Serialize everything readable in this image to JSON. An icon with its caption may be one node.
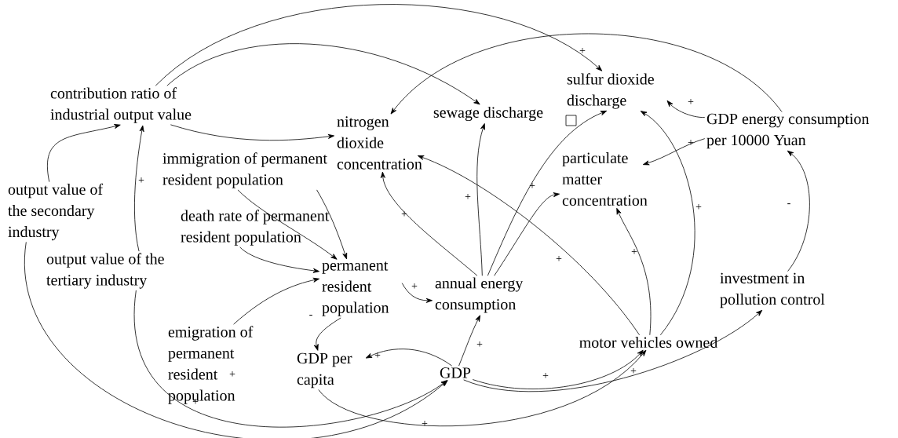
{
  "diagram": {
    "nodes": [
      {
        "text": [
          "contribution ratio of industrial output value"
        ]
      },
      {
        "text": [
          "sulfur dioxide discharge"
        ]
      },
      {
        "text": [
          "sewage discharge"
        ]
      },
      {
        "text": [
          "nitrogen dioxide concentration"
        ]
      },
      {
        "text": [
          "GDP energy consumption per 10000 Yuan"
        ]
      },
      {
        "text": [
          "particulate matter concentration"
        ]
      },
      {
        "text": [
          "immigration of permanent resident population"
        ]
      },
      {
        "text": [
          "output value of the secondary industry"
        ]
      },
      {
        "text": [
          "death rate of permanent resident population"
        ]
      },
      {
        "text": [
          "output value of the tertiary industry"
        ]
      },
      {
        "text": [
          "permanent resident population"
        ]
      },
      {
        "text": [
          "annual energy consumption"
        ]
      },
      {
        "text": [
          "emigration of permanent resident population"
        ]
      },
      {
        "text": [
          "investment in pollution control"
        ]
      },
      {
        "text": [
          "motor vehicles owned"
        ]
      },
      {
        "text": [
          "GDP per capita"
        ]
      },
      {
        "text": [
          "GDP"
        ]
      }
    ],
    "edges": [
      {
        "from": 0,
        "to": 1,
        "arrow": "to"
      },
      {
        "from": 0,
        "to": 2,
        "arrow": "to"
      },
      {
        "from": 0,
        "to": 3,
        "arrow": "to"
      },
      {
        "from": 4,
        "to": 3,
        "arrow": "to"
      },
      {
        "from": 4,
        "to": 1,
        "arrow": "to"
      },
      {
        "from": 4,
        "to": 5,
        "arrow": "to"
      },
      {
        "from": 13,
        "to": 4,
        "arrow": "to"
      },
      {
        "from": 7,
        "to": 0,
        "arrow": "to"
      },
      {
        "from": 9,
        "to": 0,
        "arrow": "to"
      },
      {
        "from": 7,
        "to": 16,
        "arrow": "to"
      },
      {
        "from": 9,
        "to": 16,
        "arrow": "to"
      },
      {
        "from": 6,
        "to": 10,
        "arrow": "to"
      },
      {
        "from": 6,
        "to": 10,
        "arrow": "to"
      },
      {
        "from": 8,
        "to": 10,
        "arrow": "to"
      },
      {
        "from": 12,
        "to": 10,
        "arrow": "to"
      },
      {
        "from": 10,
        "to": 11,
        "arrow": "to"
      },
      {
        "from": 10,
        "to": 15,
        "arrow": "to"
      },
      {
        "from": 16,
        "to": 15,
        "arrow": "to"
      },
      {
        "from": 16,
        "to": 11,
        "arrow": "to"
      },
      {
        "from": 16,
        "to": 14,
        "arrow": "to"
      },
      {
        "from": 16,
        "to": 13,
        "arrow": "to"
      },
      {
        "from": 15,
        "to": 14,
        "arrow": "to"
      },
      {
        "from": 11,
        "to": 3,
        "arrow": "to"
      },
      {
        "from": 11,
        "to": 2,
        "arrow": "to"
      },
      {
        "from": 11,
        "to": 1,
        "arrow": "to"
      },
      {
        "from": 11,
        "to": 5,
        "arrow": "to"
      },
      {
        "from": 14,
        "to": 3,
        "arrow": "to"
      },
      {
        "from": 14,
        "to": 5,
        "arrow": "to"
      },
      {
        "from": 14,
        "to": 1,
        "arrow": "to"
      }
    ],
    "labels": [
      "+",
      "+",
      "+",
      "+",
      "+",
      "+",
      "-",
      "+",
      "+",
      "+",
      "+",
      "+",
      "-",
      "+",
      "+",
      "+",
      "+",
      "+",
      "+",
      "+"
    ]
  }
}
